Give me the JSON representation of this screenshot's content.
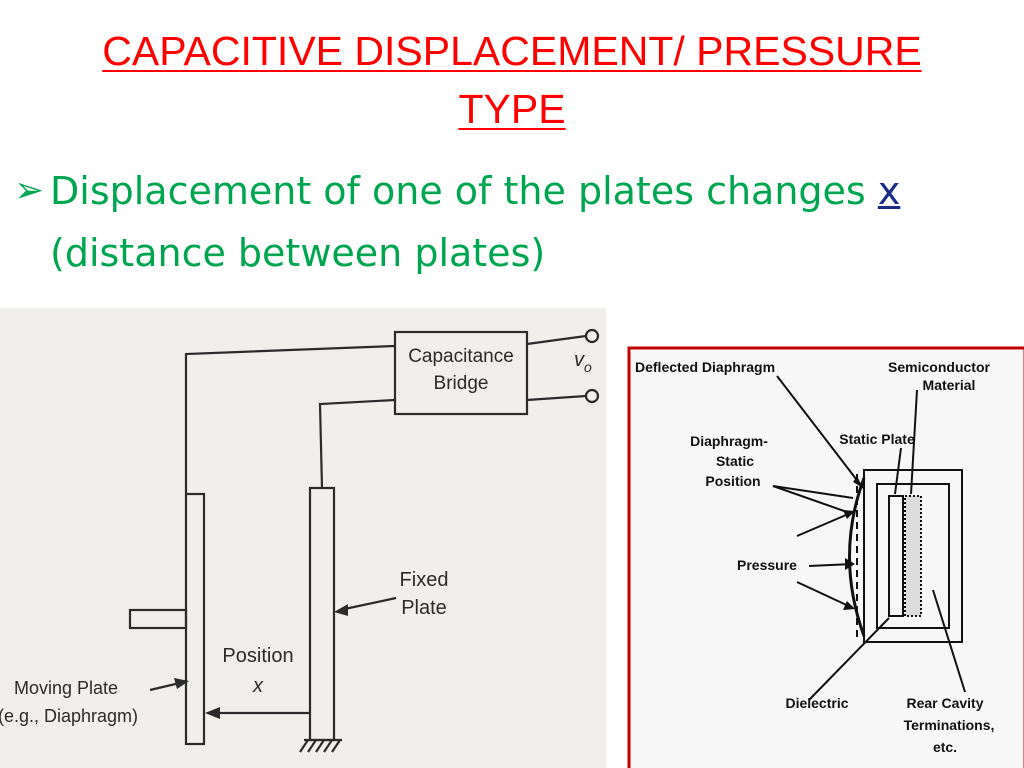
{
  "slide": {
    "title_line1": "CAPACITIVE DISPLACEMENT/ PRESSURE",
    "title_line2": "TYPE",
    "bullet_marker": "➢",
    "bullet_part1": "Displacement of one of the plates changes ",
    "bullet_var": "x",
    "bullet_part2": " (distance between plates)"
  },
  "left_figure": {
    "bridge_line1": "Capacitance",
    "bridge_line2": "Bridge",
    "output_v": "v",
    "output_sub": "o",
    "fixed_line1": "Fixed",
    "fixed_line2": "Plate",
    "position_line1": "Position",
    "position_line2": "x",
    "moving_line1": "Moving Plate",
    "moving_line2": "(e.g., Diaphragm)"
  },
  "right_figure": {
    "deflected": "Deflected Diaphragm",
    "semi_line1": "Semiconductor",
    "semi_line2": "Material",
    "static_plate": "Static Plate",
    "diaph_line1": "Diaphragm-",
    "diaph_line2": "Static",
    "diaph_line3": "Position",
    "pressure": "Pressure",
    "dielectric": "Dielectric",
    "rear_line1": "Rear Cavity",
    "rear_line2": "Terminations,",
    "rear_line3": "etc."
  },
  "colors": {
    "title": "#ff0000",
    "bullet": "#00a550",
    "variable": "#1a2b88",
    "right_border": "#c00000"
  }
}
